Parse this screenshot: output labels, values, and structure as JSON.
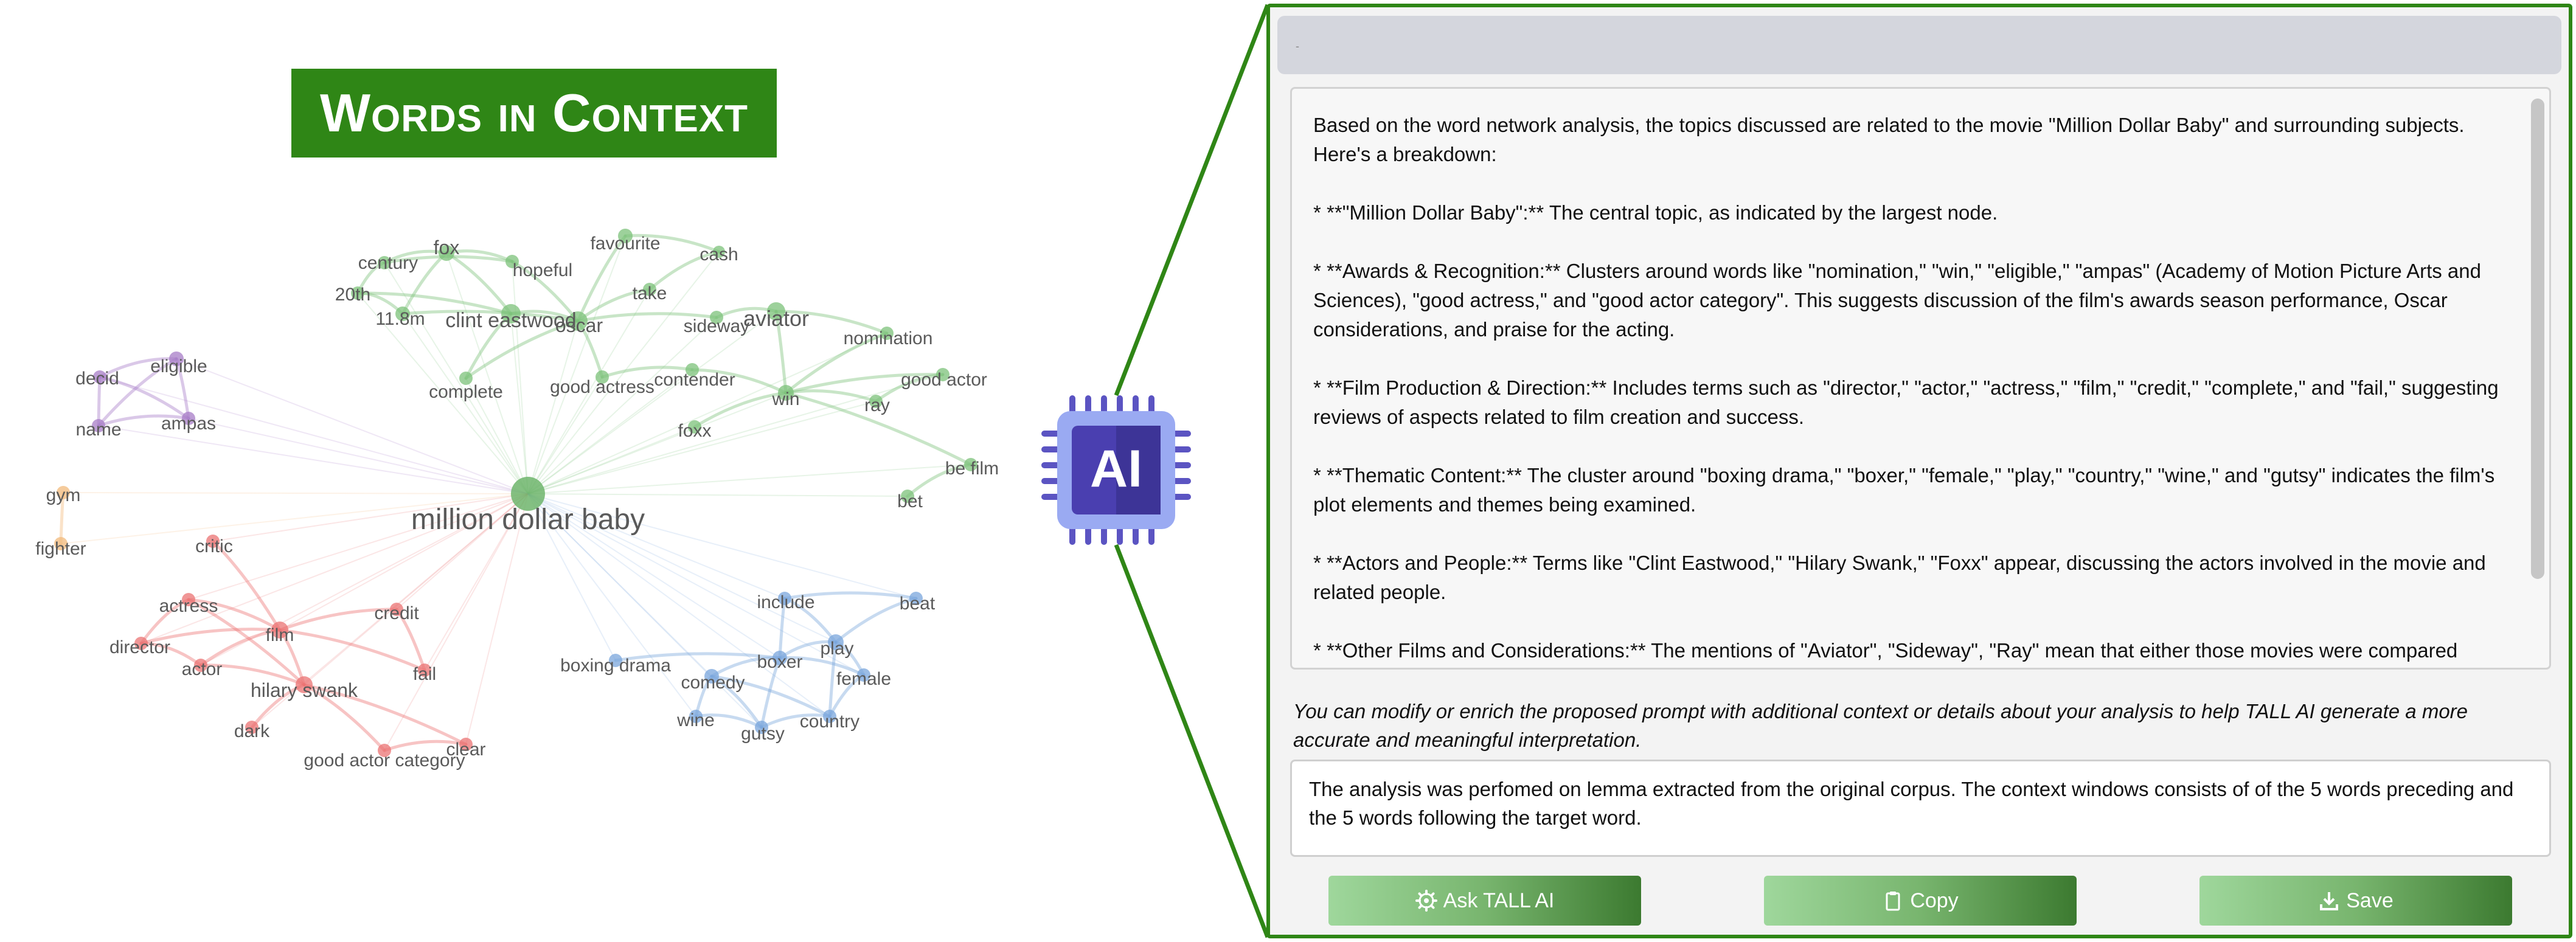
{
  "network": {
    "title": "Words in Context",
    "clusters": {
      "purple": "#a77cc7",
      "orange": "#f2b97b",
      "red": "#eb7373",
      "blue": "#7aa6dc",
      "green": "#7cc17a"
    },
    "central_node": "million dollar baby",
    "words": {
      "century": "century",
      "fox": "fox",
      "hopeful": "hopeful",
      "favourite": "favourite",
      "cash": "cash",
      "twentieth": "20th",
      "eleven_m": "11.8m",
      "clint_eastwood": "clint eastwood",
      "oscar": "oscar",
      "take": "take",
      "sideway": "sideway",
      "aviator": "aviator",
      "nomination": "nomination",
      "decid": "decid",
      "eligible": "eligible",
      "name": "name",
      "ampas": "ampas",
      "complete": "complete",
      "good_actress": "good actress",
      "contender": "contender",
      "win": "win",
      "good_actor": "good actor",
      "ray": "ray",
      "foxx": "foxx",
      "be_film": "be film",
      "bet": "bet",
      "gym": "gym",
      "fighter": "fighter",
      "critic": "critic",
      "actress": "actress",
      "credit": "credit",
      "film": "film",
      "director": "director",
      "actor": "actor",
      "fail": "fail",
      "hilary_swank": "hilary swank",
      "dark": "dark",
      "clear": "clear",
      "good_actor_category": "good actor category",
      "include": "include",
      "beat": "beat",
      "play": "play",
      "boxing_drama": "boxing drama",
      "boxer": "boxer",
      "female": "female",
      "comedy": "comedy",
      "wine": "wine",
      "gutsy": "gutsy",
      "country": "country"
    }
  },
  "ai_chip": {
    "label": "AI"
  },
  "panel": {
    "header_text": "-",
    "response": [
      "Based on the word network analysis, the topics discussed are related to the movie \"Million Dollar Baby\" and surrounding subjects. Here's a breakdown:",
      "*   **\"Million Dollar Baby\":** The central topic, as indicated by the largest node.",
      "*   **Awards & Recognition:** Clusters around words like \"nomination,\" \"win,\" \"eligible,\" \"ampas\" (Academy of Motion Picture Arts and Sciences), \"good actress,\" and \"good actor category\". This suggests discussion of the film's awards season performance, Oscar considerations, and praise for the acting.",
      "*   **Film Production & Direction:** Includes terms such as \"director,\" \"actor,\" \"actress,\" \"film,\" \"credit,\" \"complete,\" and \"fail,\" suggesting reviews of aspects related to film creation and success.",
      "*   **Thematic Content:** The cluster around \"boxing drama,\" \"boxer,\" \"female,\" \"play,\" \"country,\" \"wine,\" and \"gutsy\" indicates the film's plot elements and themes being examined.",
      "*   **Actors and People:** Terms like \"Clint Eastwood,\" \"Hilary Swank,\" \"Foxx\" appear, discussing the actors involved in the movie and related people.",
      "*   **Other Films and Considerations:** The mentions of \"Aviator\", \"Sideway\", \"Ray\" mean that either those movies were compared"
    ],
    "hint": "You can modify or enrich the proposed prompt with additional context or details about your analysis to help TALL AI generate a more accurate and meaningful interpretation.",
    "context_value": "The analysis was perfomed on lemma extracted from the original corpus. The context windows consists of of the 5 words preceding and the 5 words following the target word.",
    "buttons": {
      "ask": "Ask TALL AI",
      "copy": "Copy",
      "save": "Save"
    }
  }
}
